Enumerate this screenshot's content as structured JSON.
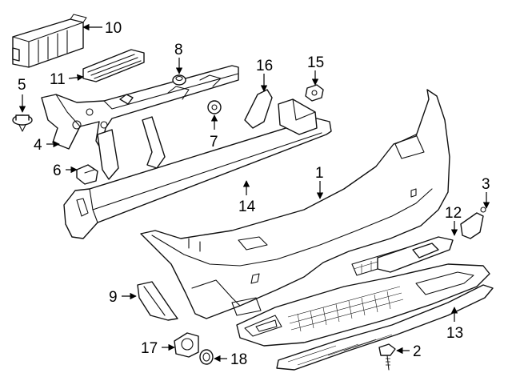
{
  "diagram": {
    "callouts": [
      {
        "id": "c1",
        "label": "1"
      },
      {
        "id": "c2",
        "label": "2"
      },
      {
        "id": "c3",
        "label": "3"
      },
      {
        "id": "c4",
        "label": "4"
      },
      {
        "id": "c5",
        "label": "5"
      },
      {
        "id": "c6",
        "label": "6"
      },
      {
        "id": "c7",
        "label": "7"
      },
      {
        "id": "c8",
        "label": "8"
      },
      {
        "id": "c9",
        "label": "9"
      },
      {
        "id": "c10",
        "label": "10"
      },
      {
        "id": "c11",
        "label": "11"
      },
      {
        "id": "c12",
        "label": "12"
      },
      {
        "id": "c13",
        "label": "13"
      },
      {
        "id": "c14",
        "label": "14"
      },
      {
        "id": "c15",
        "label": "15"
      },
      {
        "id": "c16",
        "label": "16"
      },
      {
        "id": "c17",
        "label": "17"
      },
      {
        "id": "c18",
        "label": "18"
      }
    ],
    "line_color": "#111111",
    "background": "#ffffff"
  }
}
